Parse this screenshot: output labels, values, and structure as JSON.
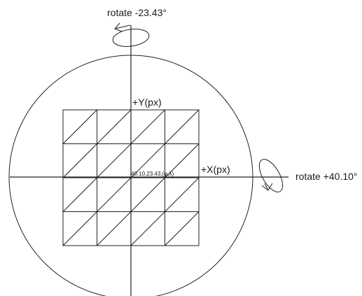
{
  "labels": {
    "rotate_y": "rotate -23.43°",
    "rotate_x": "rotate +40.10°",
    "y_axis": "+Y(px)",
    "x_axis": "+X(px)",
    "center": "40.10,23.43,(φ,λ)"
  },
  "grid": {
    "rows": 4,
    "cols": 4
  },
  "colors": {
    "stroke": "#222222",
    "text": "#1a1a1a"
  },
  "icons": {
    "rotate_y_arrow": "rotation-ellipse-arrow-icon",
    "rotate_x_arrow": "rotation-ellipse-arrow-icon"
  }
}
